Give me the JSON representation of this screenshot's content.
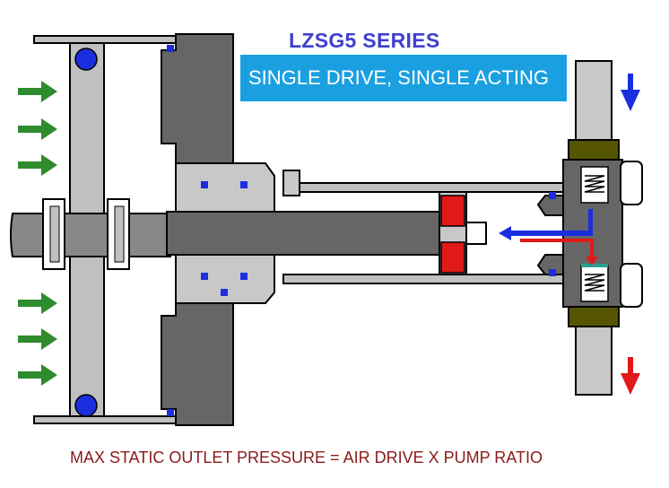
{
  "title": "LZSG5 SERIES",
  "subtitle": "SINGLE DRIVE, SINGLE ACTING",
  "caption": "MAX STATIC OUTLET PRESSURE = AIR DRIVE  X PUMP RATIO",
  "colors": {
    "title_text": "#3f3fd0",
    "subtitle_background": "#1aa0e0",
    "subtitle_text": "#ffffff",
    "caption_text": "#8b1a1a",
    "housing": "#666666",
    "rod": "#c8c8c8",
    "seal": "#2020e0",
    "piston_seal": "#e02020",
    "air_arrow": "#2e8b2e",
    "flow_blue": "#1a2ee0",
    "flow_red": "#e01a1a",
    "valve_spring": "#2aa090",
    "valve_cage": "#555500"
  },
  "icons": {
    "air_inlet": "green-air-arrow-icon",
    "inlet_flow": "blue-down-arrow-icon",
    "outlet_flow": "red-down-arrow-icon",
    "discharge_flow": "blue-left-arrow-icon",
    "suction_flow": "red-right-arrow-icon"
  }
}
